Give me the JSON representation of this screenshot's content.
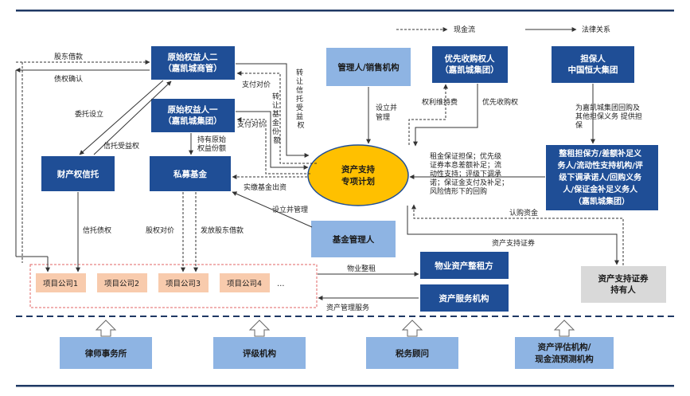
{
  "legend": {
    "cash_flow": "现金流",
    "legal": "法律关系"
  },
  "colors": {
    "dark_blue": "#1f4e96",
    "light_blue": "#8eb4e3",
    "ellipse_fill": "#ffc000",
    "project_fill": "#f8cbad",
    "gray_box": "#d9d9d9",
    "navy_line": "#1f3864",
    "red_dash": "#e06666"
  },
  "nodes": {
    "yuanshi2": [
      "原始权益人二",
      "（嘉凯城商管）"
    ],
    "yuanshi1": [
      "原始权益人一",
      "（嘉凯城集团）"
    ],
    "manager_sales": [
      "管理人/销售机构"
    ],
    "priority_buyer": [
      "优先收购权人",
      "（嘉凯城集团）"
    ],
    "guarantor": [
      "担保人",
      "中国恒大集团"
    ],
    "property_trust": [
      "财产权信托"
    ],
    "private_fund": [
      "私募基金"
    ],
    "spv": [
      "资产支持",
      "专项计划"
    ],
    "obligor": [
      "整租担保方/差额补足义",
      "务人/流动性支持机构/评",
      "级下调承诺人/回购义务",
      "人/保证金补足义务人",
      "（嘉凯城集团）"
    ],
    "fund_manager": [
      "基金管理人"
    ],
    "lessee": [
      "物业资产整租方"
    ],
    "service": [
      "资产服务机构"
    ],
    "holders": [
      "资产支持证券",
      "持有人"
    ],
    "law_firm": [
      "律师事务所"
    ],
    "rating": [
      "评级机构"
    ],
    "tax": [
      "税务顾问"
    ],
    "valuation": [
      "资产评估机构/",
      "现金流预测机构"
    ]
  },
  "projects": [
    "项目公司1",
    "项目公司2",
    "项目公司3",
    "项目公司4"
  ],
  "ellipsis": "…",
  "labels": {
    "shareholder_loan": "股东借款",
    "debt_confirm": "债权确认",
    "entrust_setup": "委托设立",
    "trust_beneficiary": "信托受益权",
    "pay_price_1": "支付对价",
    "pay_price_2": "支付对价",
    "hold_orig_1": "持有原始",
    "hold_orig_2": "权益份额",
    "transfer_trust": [
      "转",
      "让",
      "信",
      "托",
      "受",
      "益",
      "权"
    ],
    "transfer_fund": [
      "转",
      "让",
      "基",
      "金",
      "份",
      "额"
    ],
    "setup_manage_1": "设立并",
    "setup_manage_2": "管理",
    "right_maintain": "权利维持费",
    "priority_purchase": "优先收购权",
    "guarantee_1": "为嘉凯城集团回购及",
    "guarantee_2": "其他担保义务 提供担",
    "guarantee_3": "保",
    "support_1": "租金保证担保；优先级",
    "support_2": "证券本息差额补足；流",
    "support_3": "动性支持；评级下调承",
    "support_4": "诺；保证金支付及补足；",
    "support_5": "风险情形下的回购",
    "fund_contribution": "实缴基金出资",
    "setup_and_manage": "设立并管理",
    "subscribe_fund": "认购资金",
    "abs_securities": "资产支持证券",
    "trust_debt": "信托债权",
    "equity_price": "股权对价",
    "issue_loan": "发放股东借款",
    "property_lease": "物业整租",
    "asset_mgmt_service": "资产管理服务"
  }
}
